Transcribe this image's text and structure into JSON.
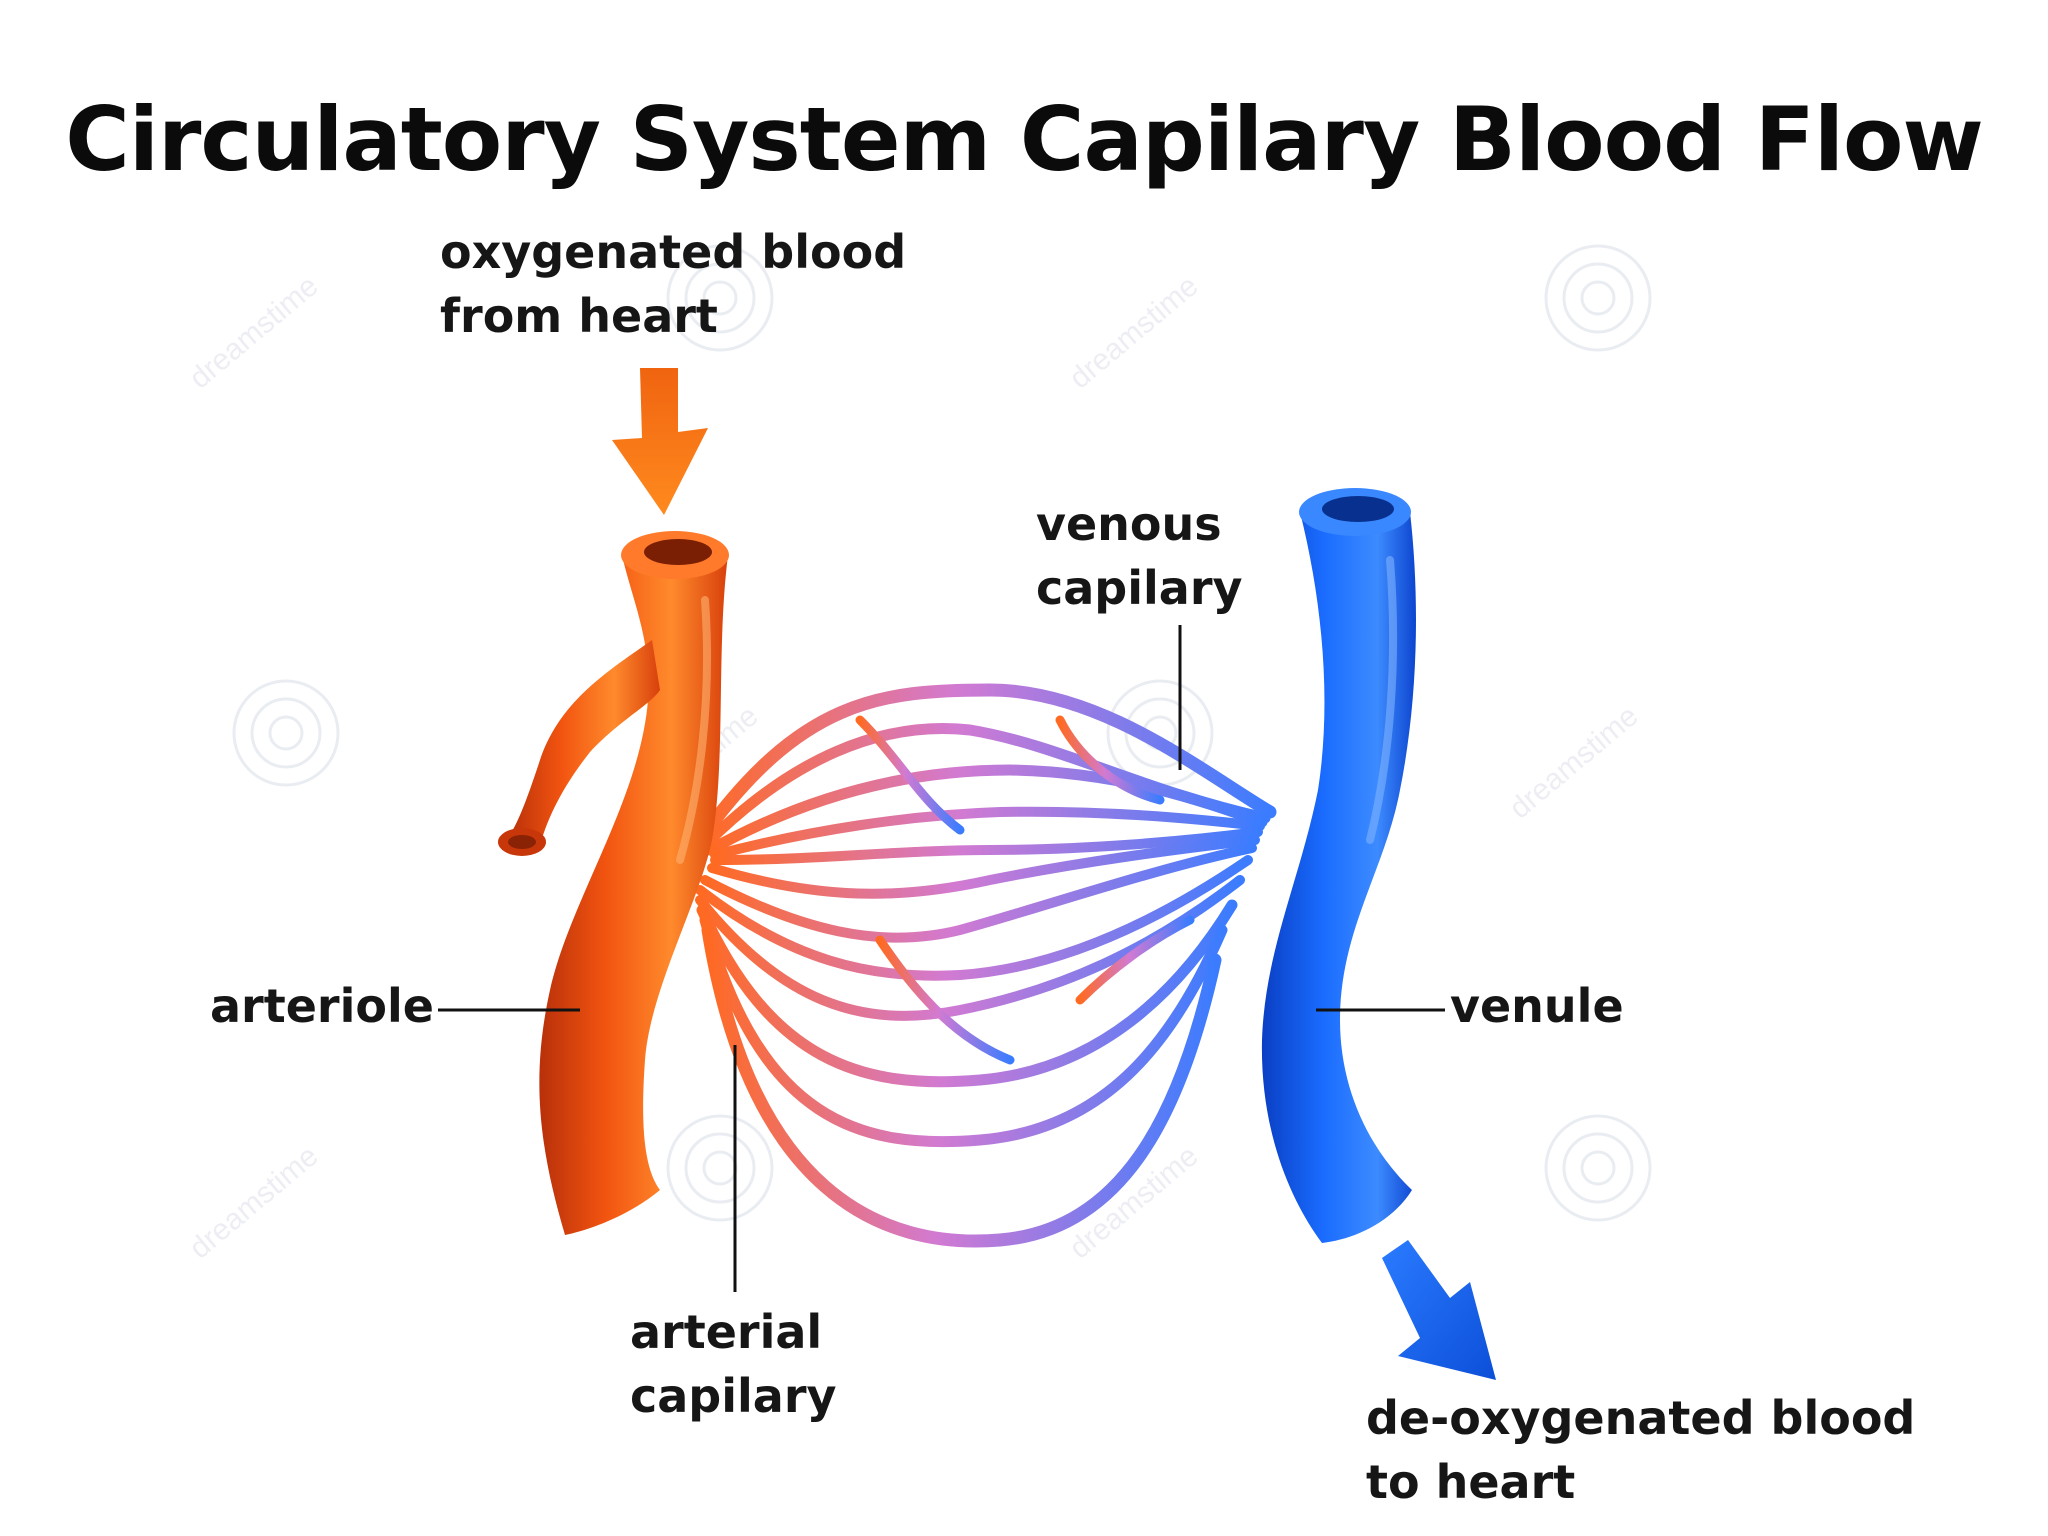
{
  "title": "Circulatory System Capilary Blood Flow",
  "labels": {
    "oxygenated": [
      "oxygenated blood",
      "from heart"
    ],
    "venous_capillary": [
      "venous",
      "capilary"
    ],
    "arteriole": "arteriole",
    "venule": "venule",
    "arterial_capillary": [
      "arterial",
      "capilary"
    ],
    "deoxygenated": [
      "de-oxygenated blood",
      "to heart"
    ]
  },
  "watermark": "dreamstime",
  "colors": {
    "arterial": "#f05a1a",
    "venous": "#1e6ff0",
    "capillary_mix": "#c67be0"
  }
}
